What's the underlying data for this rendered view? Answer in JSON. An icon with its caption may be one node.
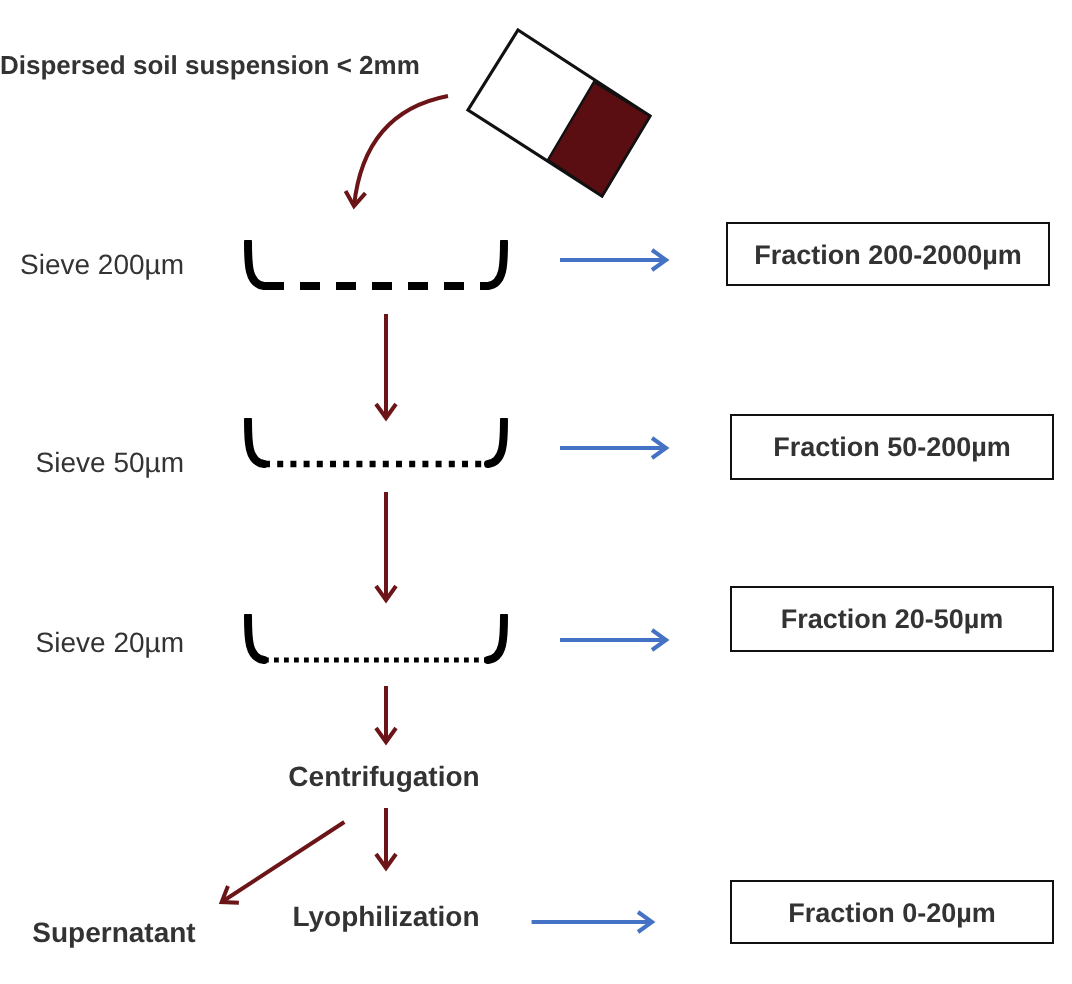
{
  "diagram": {
    "nodes": [
      {
        "text": [],
        "shape": "picture",
        "beside": [
          "Dispersed soil suspension < 2mm"
        ]
      },
      {
        "text": [
          "Sieve 200µm"
        ]
      },
      {
        "text": [
          "Fraction 200-2000µm"
        ]
      },
      {
        "text": [
          "Sieve 50µm"
        ]
      },
      {
        "text": [
          "Fraction 50-200µm"
        ]
      },
      {
        "text": [
          "Sieve 20µm"
        ]
      },
      {
        "text": [
          "Fraction 20-50µm"
        ]
      },
      {
        "text": [
          "Centrifugation"
        ]
      },
      {
        "text": [
          "Supernatant"
        ]
      },
      {
        "text": [
          "Lyophilization"
        ]
      },
      {
        "text": [
          "Fraction 0-20µm"
        ]
      }
    ],
    "edges": [
      {
        "from": 0,
        "to": 1,
        "arrow": "to"
      },
      {
        "from": 1,
        "to": 2,
        "arrow": "to",
        "color": "#4472c4"
      },
      {
        "from": 1,
        "to": 3,
        "arrow": "to"
      },
      {
        "from": 3,
        "to": 4,
        "arrow": "to",
        "color": "#4472c4"
      },
      {
        "from": 3,
        "to": 5,
        "arrow": "to"
      },
      {
        "from": 5,
        "to": 6,
        "arrow": "to",
        "color": "#4472c4"
      },
      {
        "from": 5,
        "to": 7,
        "arrow": "to"
      },
      {
        "from": 7,
        "to": 8,
        "arrow": "to"
      },
      {
        "from": 7,
        "to": 9,
        "arrow": "to"
      },
      {
        "from": 9,
        "to": 10,
        "arrow": "to",
        "color": "#4472c4"
      }
    ]
  }
}
